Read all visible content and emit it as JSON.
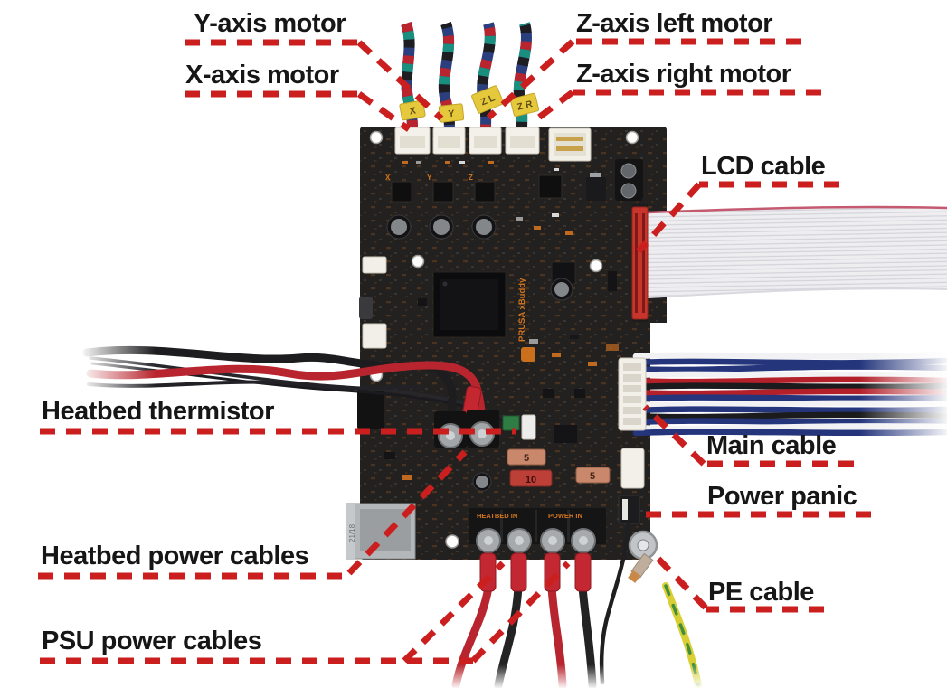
{
  "diagram": {
    "callouts": {
      "y_axis_motor": "Y-axis motor",
      "x_axis_motor": "X-axis motor",
      "z_axis_left_motor": "Z-axis left motor",
      "z_axis_right_motor": "Z-axis right motor",
      "lcd_cable": "LCD cable",
      "heatbed_thermistor": "Heatbed thermistor",
      "main_cable": "Main cable",
      "power_panic": "Power panic",
      "heatbed_power_cables": "Heatbed power cables",
      "pe_cable": "PE cable",
      "psu_power_cables": "PSU power cables"
    },
    "board": {
      "silkscreen": {
        "brand": "PRUSA xBuddy",
        "heatbed_in": "HEATBED IN",
        "power_in": "POWER IN",
        "ethernet_marking": "21/18",
        "driver_marks": [
          "X",
          "Y",
          "Z"
        ]
      },
      "fuse_ratings": [
        "5",
        "10",
        "5"
      ],
      "cable_tags": [
        "X",
        "Y",
        "Z L",
        "Z R"
      ]
    },
    "colors": {
      "callout_red": "#cb1f1f",
      "label_text": "#161616",
      "board_black": "#232120",
      "silkscreen_orange": "#d4751e",
      "pe_yellow": "#d9cf35",
      "pe_green": "#3f8f3f"
    }
  }
}
